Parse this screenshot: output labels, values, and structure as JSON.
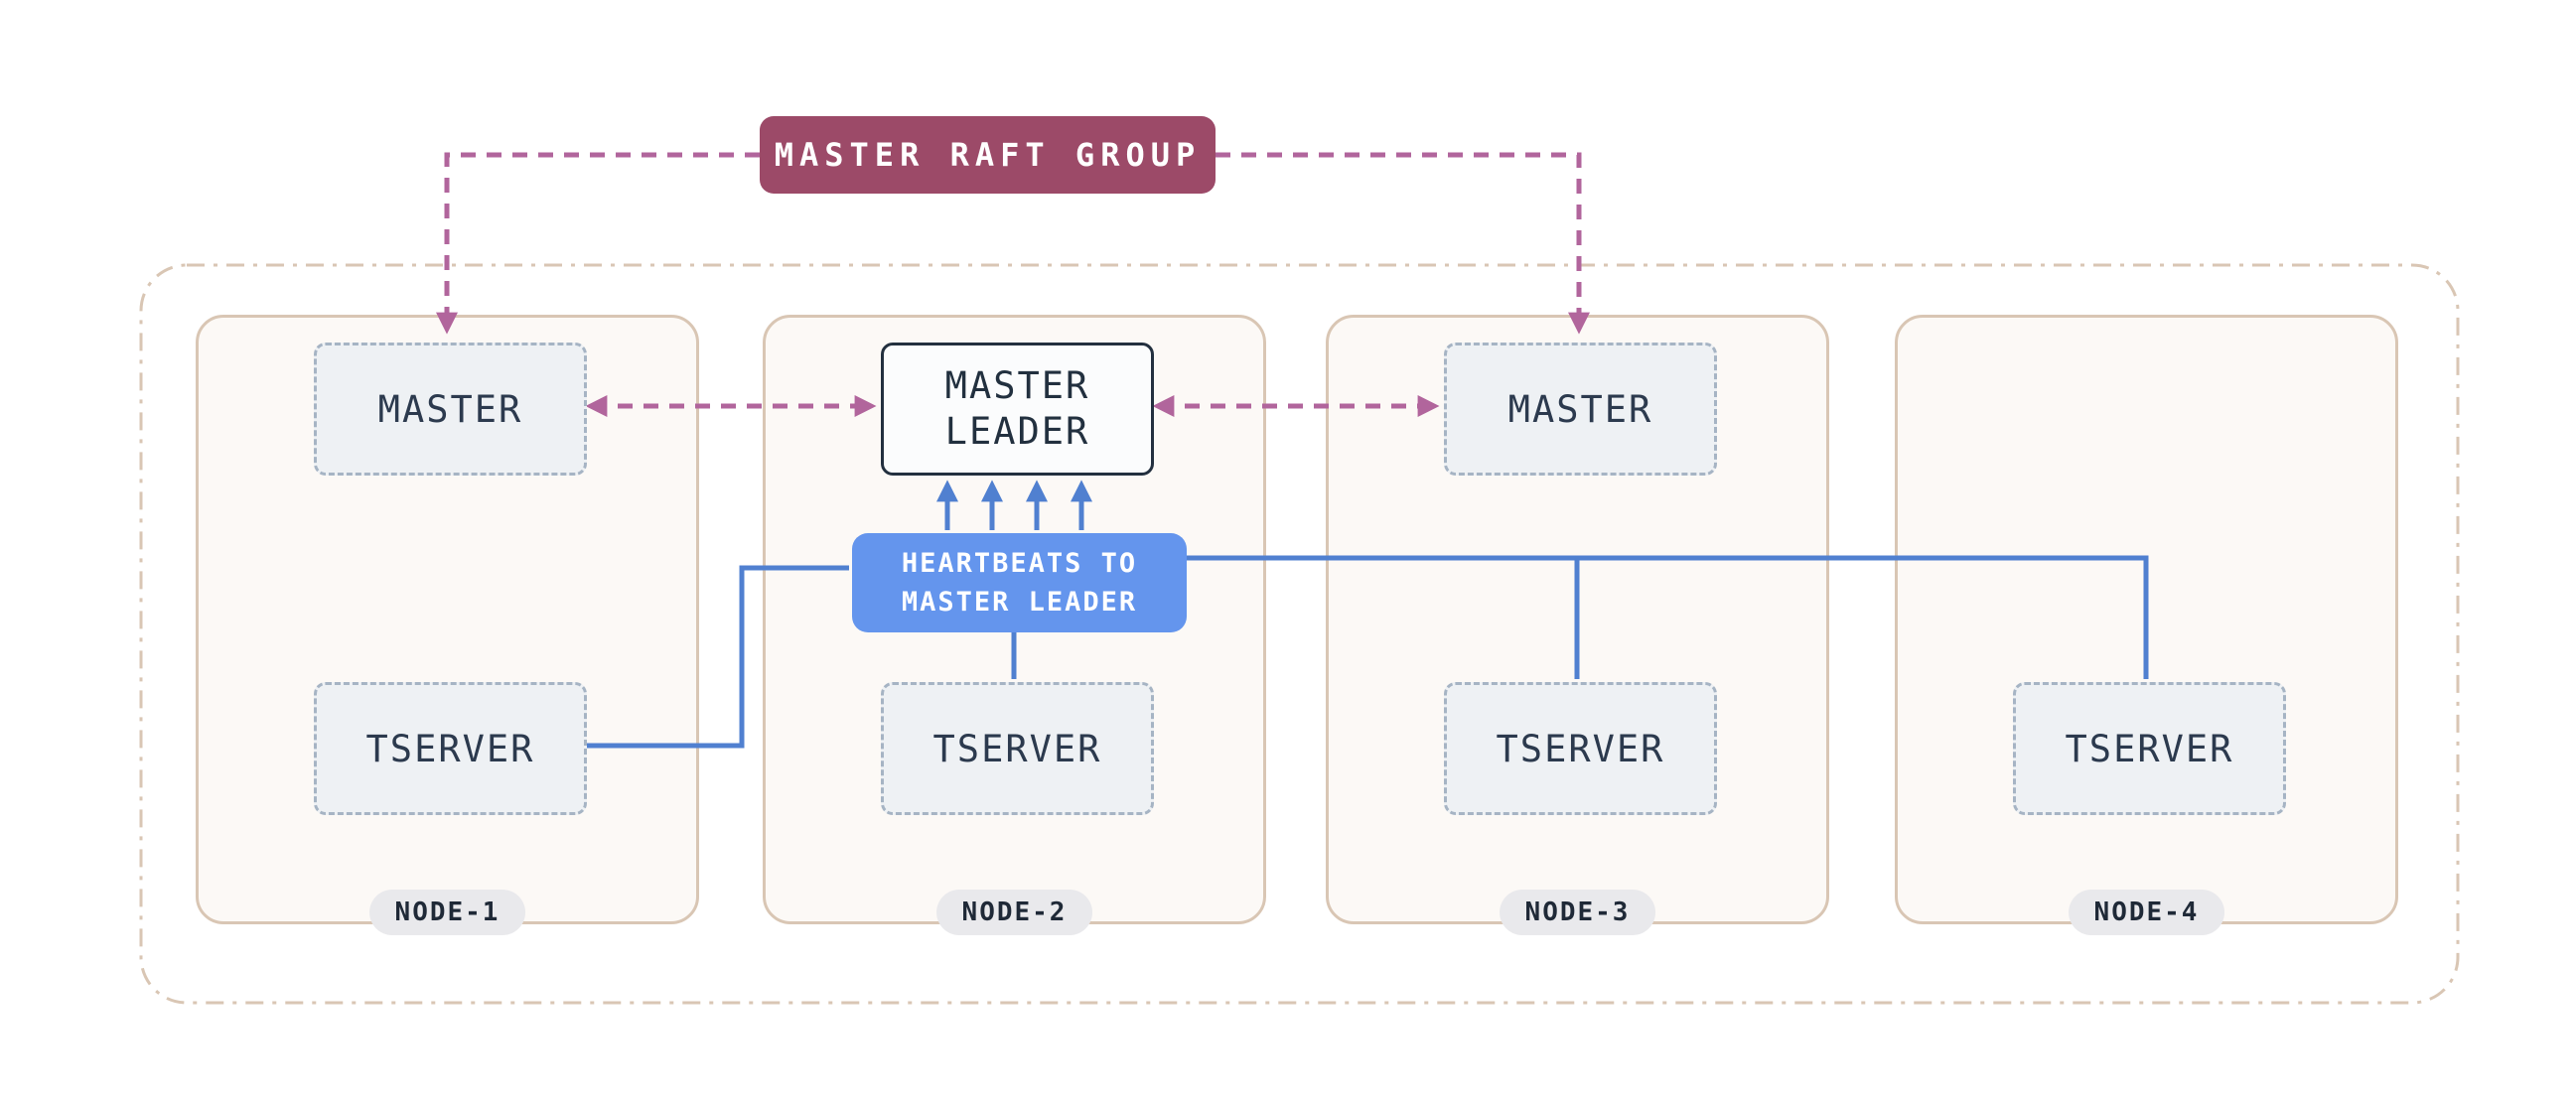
{
  "raft_group": {
    "label": "MASTER RAFT GROUP"
  },
  "master_leader": {
    "line1": "MASTER",
    "line2": "LEADER"
  },
  "heartbeats": {
    "line1": "HEARTBEATS TO",
    "line2": "MASTER LEADER"
  },
  "nodes": [
    {
      "label": "NODE-1",
      "master": "MASTER",
      "tserver": "TSERVER"
    },
    {
      "label": "NODE-2",
      "tserver": "TSERVER"
    },
    {
      "label": "NODE-3",
      "master": "MASTER",
      "tserver": "TSERVER"
    },
    {
      "label": "NODE-4",
      "tserver": "TSERVER"
    }
  ],
  "colors": {
    "raft_box": "#9c4a68",
    "raft_line": "#b1659c",
    "heartbeat_box": "#6495ed",
    "heartbeat_line": "#5080d0",
    "node_border": "#d9c6b4",
    "node_bg": "#fcf9f6",
    "server_box_bg": "#eef1f4",
    "server_box_border": "#a6b4c4",
    "leader_border": "#23303f",
    "pill_bg": "#e9e9ec",
    "text_dark": "#2c3a4e"
  }
}
